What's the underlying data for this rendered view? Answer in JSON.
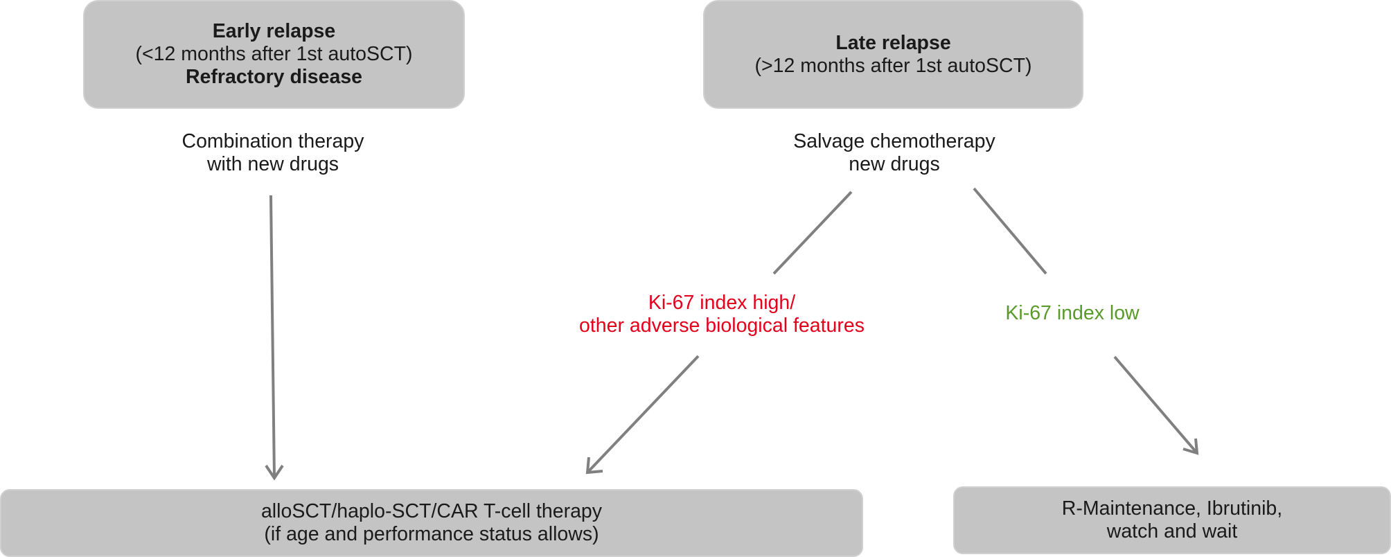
{
  "boxes": {
    "early": {
      "line1": "Early relapse",
      "line2": "(<12 months after 1st autoSCT)",
      "line3": "Refractory disease"
    },
    "late": {
      "line1": "Late relapse",
      "line2": "(>12 months after 1st autoSCT)"
    },
    "allo": {
      "line1": "alloSCT/haplo-SCT/CAR T-cell therapy",
      "line2": "(if age and performance status allows)"
    },
    "maintenance": {
      "line1": "R-Maintenance, Ibrutinib,",
      "line2": "watch and wait"
    }
  },
  "labels": {
    "combination": {
      "line1": "Combination therapy",
      "line2": "with new drugs"
    },
    "salvage": {
      "line1": "Salvage chemotherapy",
      "line2": "new drugs"
    },
    "ki67_high": {
      "line1": "Ki-67 index high/",
      "line2": "other adverse biological features",
      "color": "#e3001b"
    },
    "ki67_low": {
      "line1": "Ki-67 index low",
      "color": "#5a9a2a"
    }
  },
  "colors": {
    "box_fill": "#c4c4c4",
    "arrow": "#808080"
  }
}
